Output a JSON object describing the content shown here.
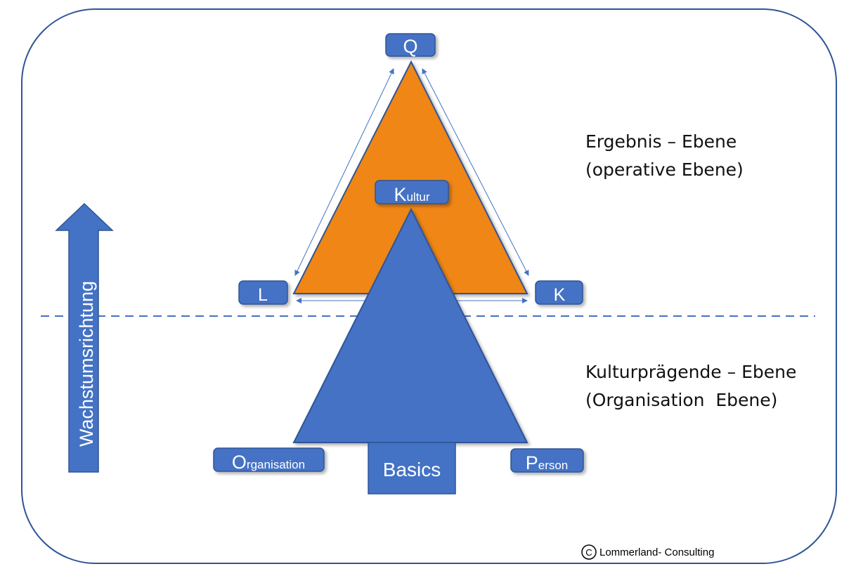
{
  "colors": {
    "blue": "#4472c4",
    "orange": "#ef8614",
    "frame": "#2f5597"
  },
  "labels": {
    "q": "Q",
    "kultur_big": "K",
    "kultur_small": "ultur",
    "l": "L",
    "k": "K",
    "org_big": "O",
    "org_small": "rganisation",
    "person_big": "P",
    "person_small": "erson",
    "basics": "Basics",
    "growth": "Wachstumsrichtung"
  },
  "levels": {
    "upper_line1": "Ergebnis – Ebene",
    "upper_line2": "(operative Ebene)",
    "lower_line1": "Kulturprägende – Ebene",
    "lower_line2": "(Organisation  Ebene)"
  },
  "copyright": {
    "symbol": "C",
    "text": "Lommerland- Consulting"
  }
}
